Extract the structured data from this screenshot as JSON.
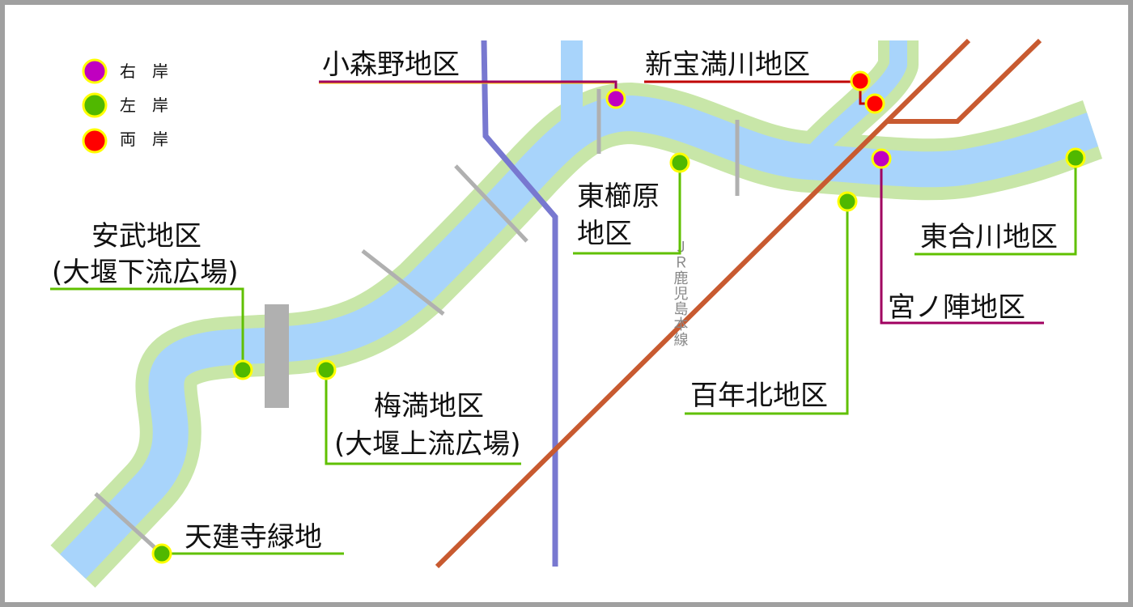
{
  "legend": {
    "right_bank": {
      "label": "右　岸",
      "color": "#c000c0"
    },
    "left_bank": {
      "label": "左　岸",
      "color": "#50b800"
    },
    "both_banks": {
      "label": "両　岸",
      "color": "#ff0000"
    }
  },
  "sites": {
    "komorino": "小森野地区",
    "shinhoman": "新宝満川地区",
    "higashikushiwara_1": "東櫛原",
    "higashikushiwara_2": "地区",
    "yasutake_1": "安武地区",
    "yasutake_2": "(大堰下流広場)",
    "umemitsu_1": "梅満地区",
    "umemitsu_2": "(大堰上流広場)",
    "tenkenji": "天建寺緑地",
    "hyakunenkita": "百年北地区",
    "higashiaikawa": "東合川地区",
    "miyanojin": "宮ノ陣地区"
  },
  "railway_label": "ＪＲ鹿児島本線",
  "colors": {
    "river": "#a8d4fb",
    "river_bank": "#c8e6a8",
    "rail_blue": "#7878d0",
    "rail_orange": "#c85a30",
    "bridge": "#b0b0b0",
    "weir": "#b0b0b0",
    "leader_left": "#60c000",
    "leader_right": "#a00060",
    "leader_both": "#c00000"
  }
}
